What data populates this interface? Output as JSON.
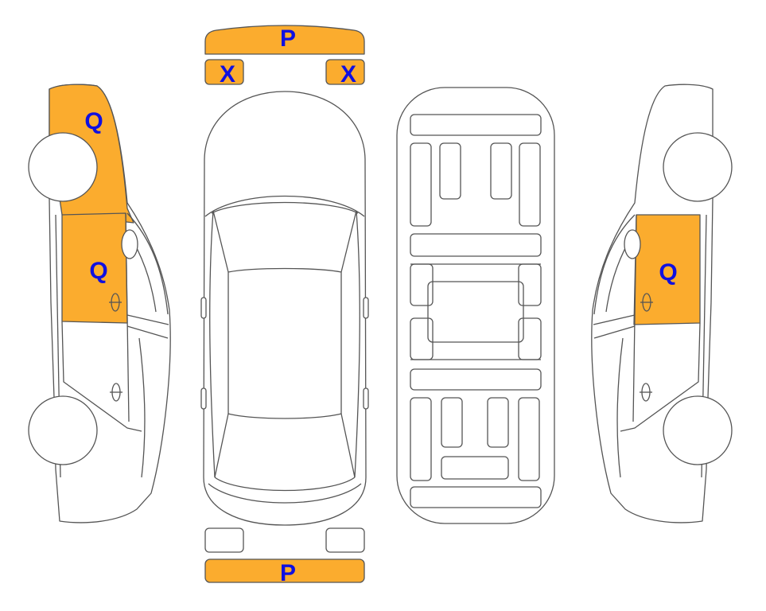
{
  "labels": {
    "front_bumper": "P",
    "rear_bumper": "P",
    "headlight_left": "X",
    "headlight_right": "X",
    "left_fender": "Q",
    "left_front_door": "Q",
    "right_front_door": "Q"
  },
  "colors": {
    "damage_fill": "#FBAC2E",
    "outline": "#555555",
    "label": "#1010E0",
    "background": "#FFFFFF"
  }
}
